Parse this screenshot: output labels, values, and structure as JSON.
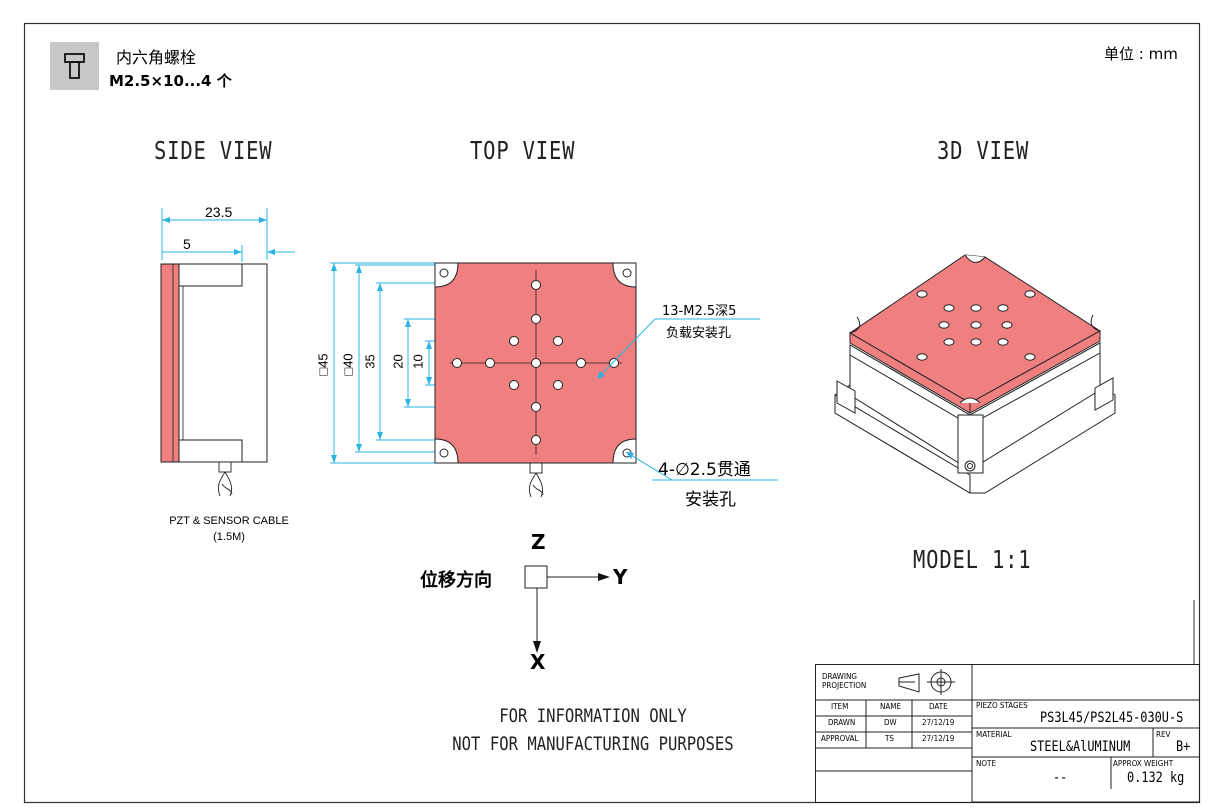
{
  "header": {
    "bolt_name": "内六角螺栓",
    "bolt_spec": "M2.5×10...4 个",
    "unit": "单位 : mm"
  },
  "views": {
    "side": "SIDE VIEW",
    "top": "TOP VIEW",
    "iso": "3D VIEW",
    "model": "MODEL 1:1"
  },
  "side_view": {
    "dim_overall": "23.5",
    "dim_step": "5",
    "cable_label": "PZT & SENSOR CABLE",
    "cable_length": "(1.5M)"
  },
  "top_view": {
    "dim_45": "□45",
    "dim_40": "□40",
    "dim_35": "35",
    "dim_20": "20",
    "dim_10": "10",
    "callout_threaded_1": "13-M2.5深5",
    "callout_threaded_2": "负载安装孔",
    "callout_mount_1": "4-∅2.5贯通",
    "callout_mount_2": "安装孔"
  },
  "axes": {
    "z": "Z",
    "y": "Y",
    "x": "X",
    "label": "位移方向"
  },
  "notice": {
    "line1": "FOR INFORMATION ONLY",
    "line2": "NOT FOR MANUFACTURING PURPOSES"
  },
  "title_block": {
    "projection_label_1": "DRAWING",
    "projection_label_2": "PROJECTION",
    "col_item": "ITEM",
    "col_name": "NAME",
    "col_date": "DATE",
    "row1_item": "DRAWN",
    "row1_name": "DW",
    "row1_date": "27/12/19",
    "row2_item": "APPROVAL",
    "row2_name": "TS",
    "row2_date": "27/12/19",
    "product_label": "PIEZO STAGES",
    "product_value": "PS3L45/PS2L45-030U-S",
    "material_label": "MATERIAL",
    "material_value": "STEEL&AlUMINUM",
    "rev_label": "REV",
    "rev_value": "B+",
    "note_label": "NOTE",
    "note_value": "--",
    "weight_label": "APPROX WEIGHT",
    "weight_value": "0.132 kg"
  },
  "colors": {
    "plate": "#f07f80",
    "dimension": "#2bb3e6",
    "outline": "#222222",
    "bolt_icon_bg": "#c8c8c8"
  }
}
